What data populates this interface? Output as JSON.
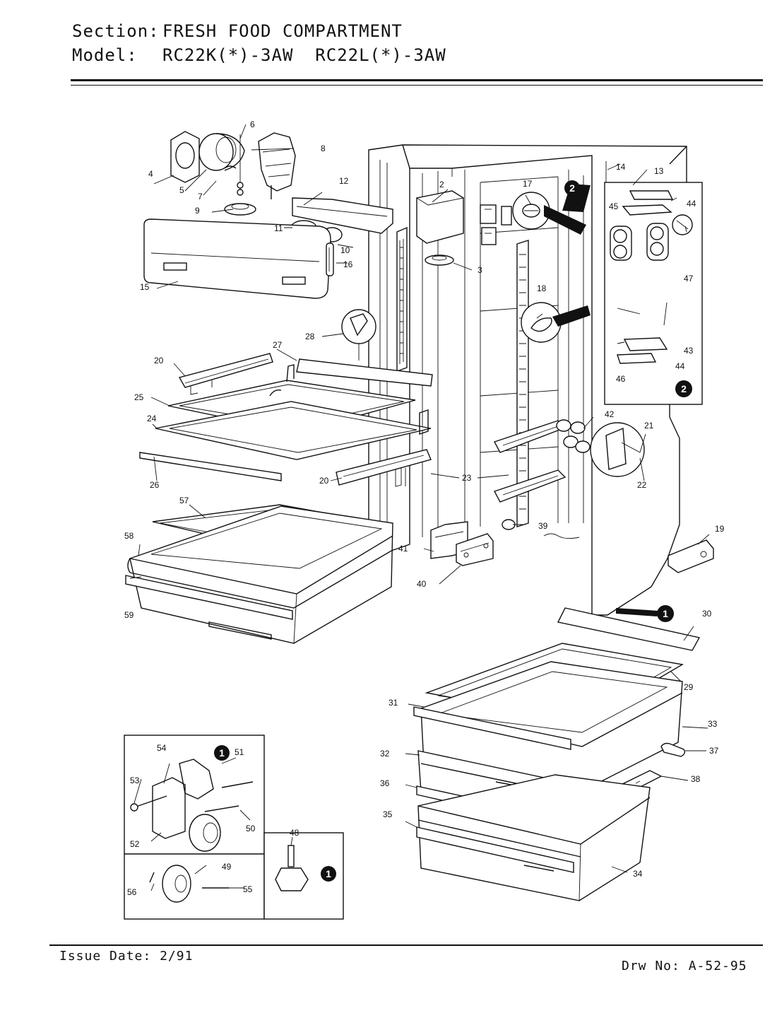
{
  "header": {
    "section_label": "Section:",
    "section_value": "FRESH FOOD COMPARTMENT",
    "model_label": "Model:",
    "model_value": "RC22K(*)-3AW  RC22L(*)-3AW"
  },
  "footer": {
    "issue_label": "Issue Date:",
    "issue_value": "2/91",
    "drawing_label": "Drw No:",
    "drawing_value": "A-52-95"
  },
  "callouts": {
    "c2": "2",
    "c3": "3",
    "c4": "4",
    "c5": "5",
    "c6": "6",
    "c7": "7",
    "c8": "8",
    "c9": "9",
    "c10": "10",
    "c11": "11",
    "c12": "12",
    "c13": "13",
    "c14": "14",
    "c15": "15",
    "c16": "16",
    "c17": "17",
    "c18": "18",
    "c19": "19",
    "c20a": "20",
    "c20b": "20",
    "c21": "21",
    "c22": "22",
    "c23": "23",
    "c24": "24",
    "c25": "25",
    "c26": "26",
    "c27": "27",
    "c28": "28",
    "c29": "29",
    "c30": "30",
    "c31": "31",
    "c32": "32",
    "c33": "33",
    "c34": "34",
    "c35": "35",
    "c36": "36",
    "c37": "37",
    "c38": "38",
    "c39": "39",
    "c40": "40",
    "c41": "41",
    "c42": "42",
    "c43": "43",
    "c44a": "44",
    "c44b": "44",
    "c45": "45",
    "c46": "46",
    "c47": "47",
    "c48": "48",
    "c49": "49",
    "c50": "50",
    "c51": "51",
    "c52": "52",
    "c53": "53",
    "c54": "54",
    "c55": "55",
    "c56": "56",
    "c57": "57",
    "c58": "58",
    "c59": "59"
  },
  "references": {
    "ref_1": "1",
    "ref_2": "2"
  }
}
